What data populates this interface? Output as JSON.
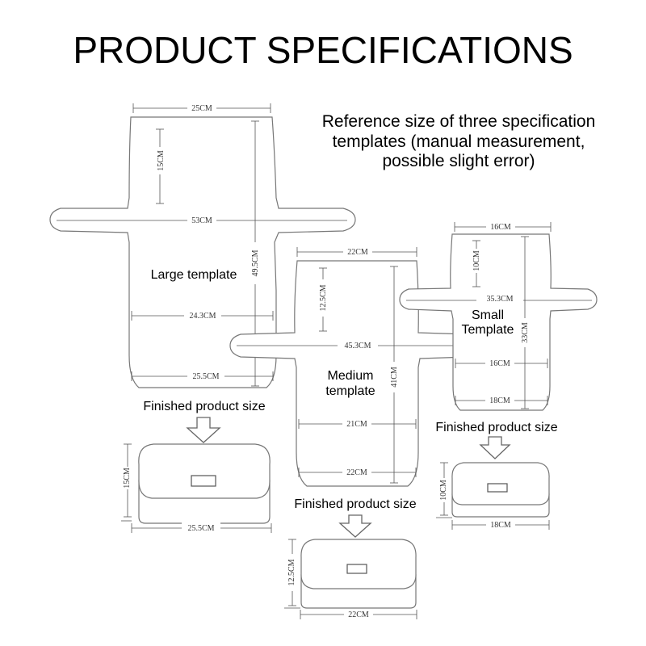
{
  "title": "PRODUCT SPECIFICATIONS",
  "note": {
    "line1": "Reference size of three specification",
    "line2": "templates (manual measurement,",
    "line3": "possible slight error)"
  },
  "large": {
    "label": "Large template",
    "top_width": "25CM",
    "neck_height": "15CM",
    "arm_span": "53CM",
    "total_height": "49.5CM",
    "mid_width": "24.3CM",
    "bottom_width": "25.5CM",
    "finished_label": "Finished product size",
    "finished_height": "15CM",
    "finished_width": "25.5CM"
  },
  "medium": {
    "label_line1": "Medium",
    "label_line2": "template",
    "top_width": "22CM",
    "neck_height": "12.5CM",
    "arm_span": "45.3CM",
    "total_height": "41CM",
    "mid_width": "21CM",
    "bottom_width": "22CM",
    "finished_label": "Finished product size",
    "finished_height": "12.5CM",
    "finished_width": "22CM"
  },
  "small": {
    "label_line1": "Small",
    "label_line2": "Template",
    "top_width": "16CM",
    "neck_height": "10CM",
    "arm_span": "35.3CM",
    "total_height": "33CM",
    "mid_width": "16CM",
    "bottom_width": "18CM",
    "finished_label": "Finished product size",
    "finished_height": "10CM",
    "finished_width": "18CM"
  }
}
